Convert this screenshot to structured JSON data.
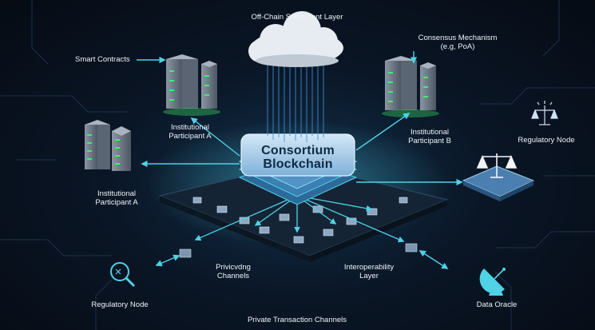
{
  "labels": {
    "top": "Off-Chain Settlement Layer",
    "smart_contracts": "Smart Contracts",
    "consensus_line1": "Consensus Mechanism",
    "consensus_line2": "(e.g, PoA)",
    "inst_a_top_line1": "Institutional",
    "inst_a_top_line2": "Participant A",
    "inst_b_line1": "Institutional",
    "inst_b_line2": "Participant B",
    "inst_a_left_line1": "Institutional",
    "inst_a_left_line2": "Participant A",
    "reg_node_right": "Regulatory Node",
    "core_line1": "Consortium",
    "core_line2": "Blockchain",
    "priv_line1": "Privicvdng",
    "priv_line2": "Channels",
    "interop_line1": "Interoperability",
    "interop_line2": "Layer",
    "reg_node_left": "Regulatory Node",
    "data_oracle": "Data Oracle",
    "bottom": "Private Transaction Channels"
  },
  "icons": {
    "cloud": "cloud-icon",
    "server": "server-rack-icon",
    "scales": "scales-of-justice-icon",
    "magnifier": "magnifier-icon",
    "satellite": "satellite-dish-icon"
  },
  "colors": {
    "background": "#070d17",
    "accent_cyan": "#4fd1e6",
    "server_led": "#3ef06a",
    "platform": "#9cc6e8"
  }
}
